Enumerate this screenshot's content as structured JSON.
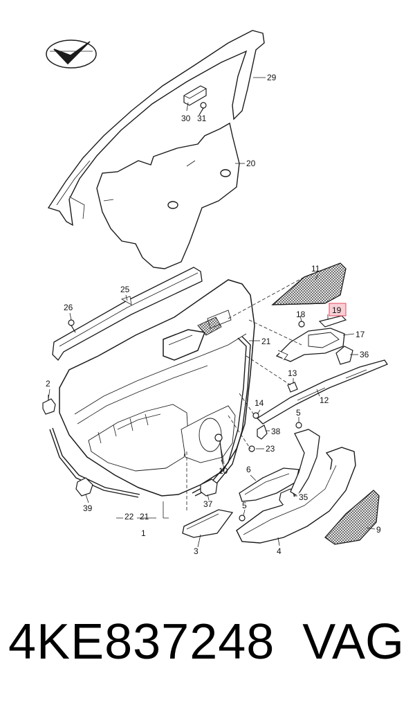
{
  "callouts": {
    "c1": "1",
    "c2": "2",
    "c3": "3",
    "c4": "4",
    "c5a": "5",
    "c5b": "5",
    "c6": "6",
    "c9": "9",
    "c10": "10",
    "c11": "11",
    "c12": "12",
    "c13": "13",
    "c14": "14",
    "c17": "17",
    "c18": "18",
    "c19": "19",
    "c20": "20",
    "c21a": "21",
    "c21b": "21",
    "c22": "22",
    "c23": "23",
    "c25": "25",
    "c26": "26",
    "c29": "29",
    "c30": "30",
    "c31": "31",
    "c35": "35",
    "c36": "36",
    "c37": "37",
    "c38": "38",
    "c39": "39"
  },
  "footer": {
    "part_number": "4KE837248",
    "brand": "VAG"
  },
  "colors": {
    "line": "#1a1a1a",
    "highlight_fill": "#f7d0d6",
    "highlight_stroke": "#e0485f",
    "mesh": "#555555"
  }
}
